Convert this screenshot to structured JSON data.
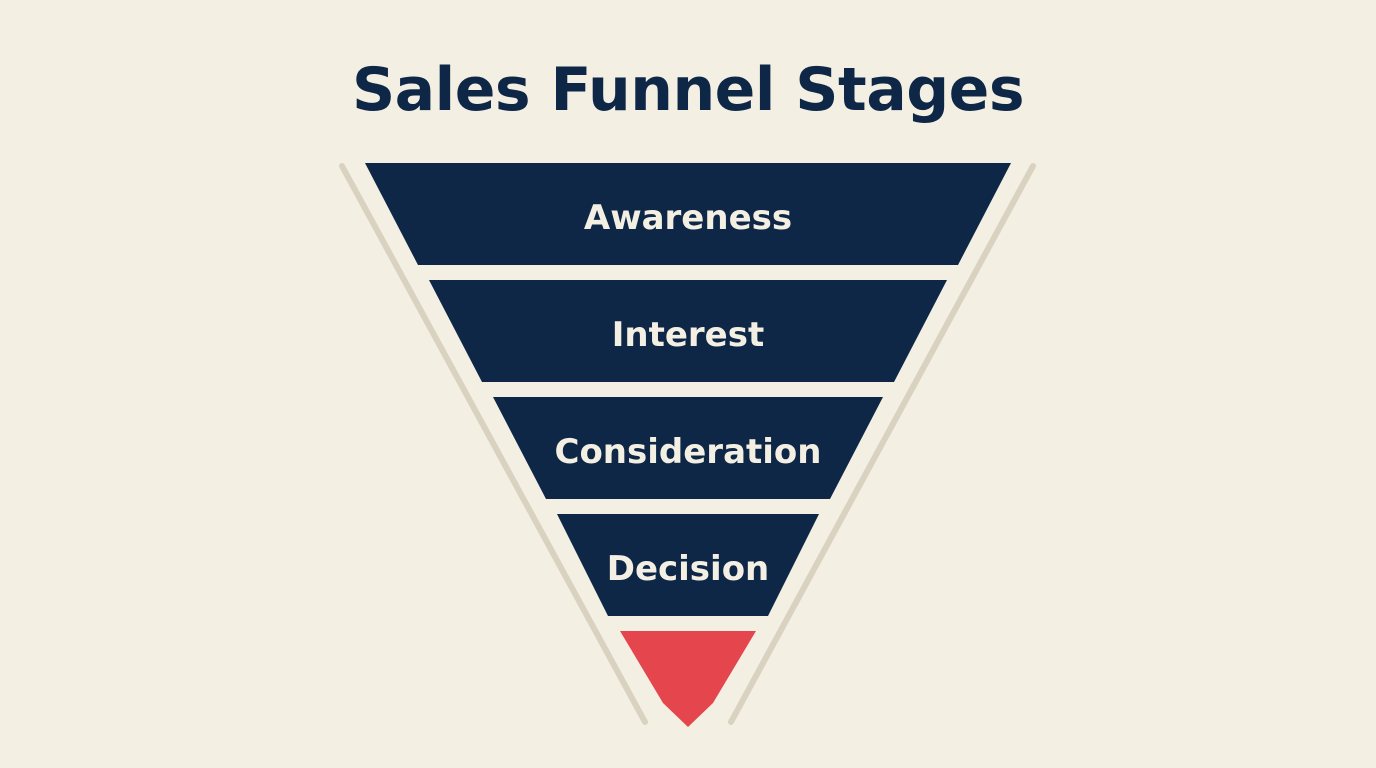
{
  "title": "Sales Funnel Stages",
  "colors": {
    "background": "#f3efe3",
    "stage": "#0f2747",
    "tip": "#e5454c",
    "outline": "#d9d2c0",
    "label": "#f3efe3"
  },
  "stages": [
    {
      "label": "Awareness"
    },
    {
      "label": "Interest"
    },
    {
      "label": "Consideration"
    },
    {
      "label": "Decision"
    }
  ]
}
